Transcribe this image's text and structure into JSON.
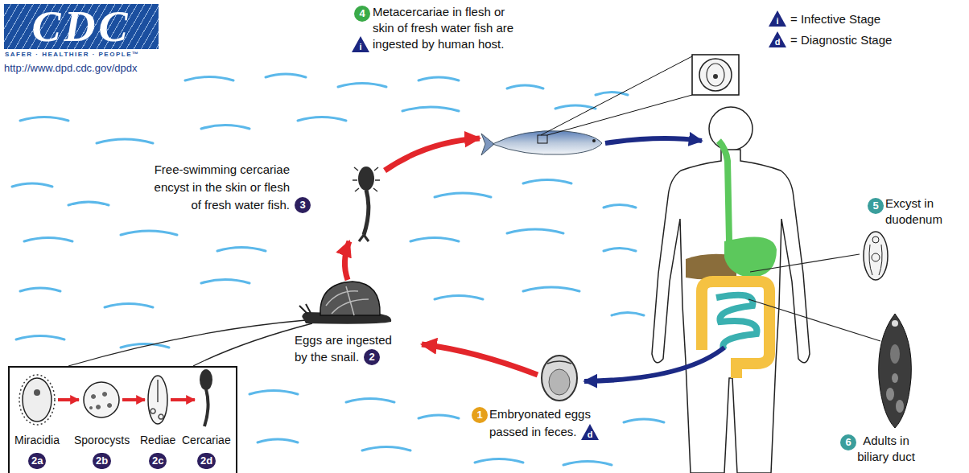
{
  "diagram": {
    "nodes": [
      {
        "text": [
          "CDC"
        ]
      },
      {
        "text": [
          "Miracidia",
          "Sporocysts",
          "Rediae",
          "Cercariae"
        ]
      }
    ],
    "labels": [
      "SAFER · HEALTHIER · PEOPLE™",
      "http://www.dpd.cdc.gov/dpdx",
      "i",
      "d",
      "4",
      "Metacercariae in flesh or skin of fresh water fish are ingested by human host.",
      "i",
      "Free-swimming cercariae encyst in the skin or flesh of fresh water fish.",
      "3",
      "5",
      "Excyst in duodenum",
      "Eggs are ingested by the snail.",
      "2",
      "2a",
      "2b",
      "2c",
      "2d",
      "1",
      "Embryonated eggs passed in feces.",
      "d",
      "6",
      "Adults in biliary duct"
    ],
    "legend": [
      {
        "text": "= Infective Stage"
      },
      {
        "text": "= Diagnostic Stage"
      }
    ]
  }
}
